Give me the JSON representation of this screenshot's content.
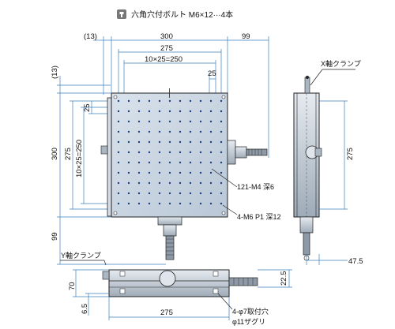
{
  "header": {
    "icon": "hex-socket-bolt-icon",
    "text": "六角穴付ボルト M6×12···4本"
  },
  "top_dims": {
    "offset": "(13)",
    "width": "300",
    "right": "99",
    "inner": "275",
    "pitch": "10×25=250",
    "small": "25"
  },
  "left_dims": {
    "offset": "(13)",
    "height": "300",
    "inner": "275",
    "pitch": "10×25=250",
    "small": "25",
    "bottom": "99"
  },
  "callouts": {
    "tapped_holes": "121-M4 深6",
    "mount_holes": "4-M6 P1 深12",
    "x_clamp": "X軸クランプ",
    "y_clamp": "Y軸クランプ"
  },
  "side_dims": {
    "height": "275",
    "offset": "47.5"
  },
  "bottom_dims": {
    "h70": "70",
    "h6_5": "6.5",
    "width": "275",
    "h22_5": "22.5",
    "holes": "4-φ7取付穴",
    "spotface": "φ11ザグリ"
  },
  "colors": {
    "dimension_line": "#3a7fbf",
    "table_fill": "#c8d4e0",
    "hole_fill": "#1c3f82"
  }
}
